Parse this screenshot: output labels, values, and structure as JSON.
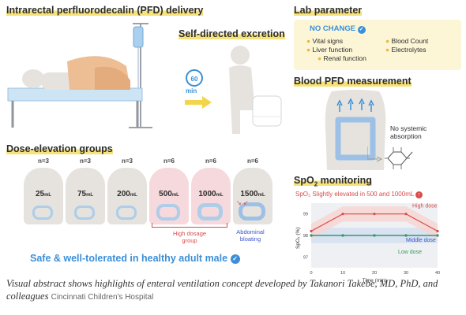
{
  "colors": {
    "highlight": "#f6e27a",
    "accent_blue": "#3b8fd8",
    "high_dose_red": "#d94b4b",
    "body_grey": "#e6e3df",
    "high_dose_pink": "#f6d9dd",
    "low_dose_green": "#2f9e5b",
    "middle_dose_blue": "#3d56c9"
  },
  "sections": {
    "delivery_title": "Intrarectal perfluorodecalin (PFD) delivery",
    "excretion_title": "Self-directed excretion",
    "timer_value": "60",
    "timer_unit": "min",
    "dose_title": "Dose-elevation groups",
    "lab_title": "Lab parameter",
    "blood_title": "Blood PFD measurement",
    "spo2_title_prefix": "SpO",
    "spo2_title_sub": "2",
    "spo2_title_suffix": " monitoring"
  },
  "lab": {
    "badge": "NO CHANGE",
    "items_left": [
      "Vital signs",
      "Liver function",
      "Renal function"
    ],
    "items_right": [
      "Blood Count",
      "Electrolytes"
    ]
  },
  "blood": {
    "note_line1": "No systemic",
    "note_line2": "absorption"
  },
  "dose_groups": [
    {
      "n": "n=3",
      "dose": "25",
      "unit": "mL",
      "high": false
    },
    {
      "n": "n=3",
      "dose": "75",
      "unit": "mL",
      "high": false
    },
    {
      "n": "n=3",
      "dose": "200",
      "unit": "mL",
      "high": false
    },
    {
      "n": "n=6",
      "dose": "500",
      "unit": "mL",
      "high": true
    },
    {
      "n": "n=6",
      "dose": "1000",
      "unit": "mL",
      "high": true
    },
    {
      "n": "n=6",
      "dose": "1500",
      "unit": "mL",
      "high": true
    }
  ],
  "dose_notes": {
    "high_line1": "High dosage",
    "high_line2": "group",
    "bloat_line1": "Abdominal",
    "bloat_line2": "bloating"
  },
  "conclusion": "Safe & well-tolerated in healthy adult male",
  "spo2": {
    "note": "SpO₂ Slightly elevated in 500 and 1000mL",
    "note_icon": "up-arrow-circle-icon"
  },
  "chart_data": {
    "type": "line",
    "x": [
      0,
      10,
      20,
      30,
      40
    ],
    "xlabel": "Time (min)",
    "ylabel": "SpO₂ (%)",
    "xlim": [
      0,
      40
    ],
    "ylim": [
      96.5,
      99.5
    ],
    "x_ticks": [
      "0",
      "10",
      "20",
      "30",
      "40"
    ],
    "y_ticks": [
      "99",
      "98",
      "97"
    ],
    "series": [
      {
        "name": "High dose",
        "values": [
          98.2,
          99.0,
          99.0,
          99.0,
          98.2
        ],
        "color": "#d94b4b"
      },
      {
        "name": "Middle dose",
        "values": [
          98.0,
          98.0,
          98.0,
          98.0,
          98.0
        ],
        "color": "#3d56c9"
      },
      {
        "name": "Low dose",
        "values": [
          98.0,
          98.0,
          98.0,
          98.0,
          98.0
        ],
        "color": "#2f9e5b"
      }
    ]
  },
  "caption": {
    "text": "Visual abstract shows highlights of enteral ventilation concept developed by Takanori Takebe, MD, PhD, and colleagues",
    "credit": "Cincinnati Children's Hospital"
  }
}
